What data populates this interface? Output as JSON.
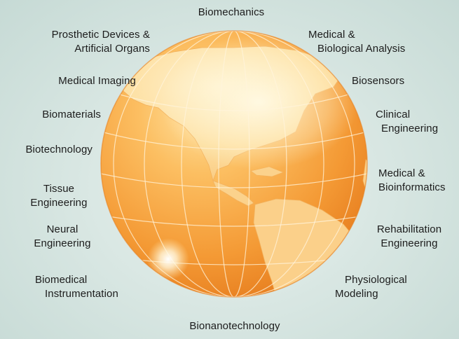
{
  "diagram": {
    "labels": {
      "biomechanics": [
        "Biomechanics"
      ],
      "prosthetic": [
        "Prosthetic Devices &",
        "Artificial Organs"
      ],
      "medical_analysis": [
        "Medical &",
        "Biological Analysis"
      ],
      "medical_imaging": [
        "Medical Imaging"
      ],
      "biosensors": [
        "Biosensors"
      ],
      "biomaterials": [
        "Biomaterials"
      ],
      "clinical": [
        "Clinical",
        "Engineering"
      ],
      "biotechnology": [
        "Biotechnology"
      ],
      "bioinformatics": [
        "Medical &",
        "Bioinformatics"
      ],
      "tissue": [
        "Tissue",
        "Engineering"
      ],
      "neural": [
        "Neural",
        "Engineering"
      ],
      "rehabilitation": [
        "Rehabilitation",
        "Engineering"
      ],
      "instrumentation": [
        "Biomedical",
        "Instrumentation"
      ],
      "physiological": [
        "Physiological",
        "Modeling"
      ],
      "bionanotechnology": [
        "Bionanotechnology"
      ]
    }
  }
}
